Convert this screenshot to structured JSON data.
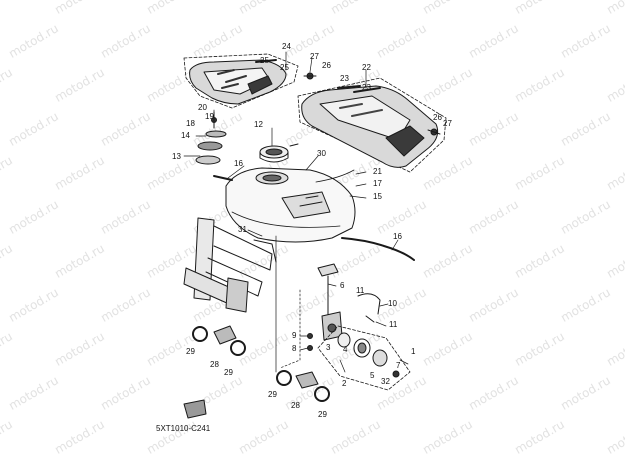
{
  "watermark": "motod.ru",
  "diagram_code": "5XT1010-C241",
  "callouts": [
    {
      "id": "c24a",
      "text": "24"
    },
    {
      "id": "c25a",
      "text": "25"
    },
    {
      "id": "c25b",
      "text": "25"
    },
    {
      "id": "c27a",
      "text": "27"
    },
    {
      "id": "c26a",
      "text": "26"
    },
    {
      "id": "c22",
      "text": "22"
    },
    {
      "id": "c23a",
      "text": "23"
    },
    {
      "id": "c23b",
      "text": "23"
    },
    {
      "id": "c26b",
      "text": "26"
    },
    {
      "id": "c27b",
      "text": "27"
    },
    {
      "id": "c20",
      "text": "20"
    },
    {
      "id": "c19",
      "text": "19"
    },
    {
      "id": "c18",
      "text": "18"
    },
    {
      "id": "c12",
      "text": "12"
    },
    {
      "id": "c14",
      "text": "14"
    },
    {
      "id": "c13",
      "text": "13"
    },
    {
      "id": "c16a",
      "text": "16"
    },
    {
      "id": "c30",
      "text": "30"
    },
    {
      "id": "c21",
      "text": "21"
    },
    {
      "id": "c17",
      "text": "17"
    },
    {
      "id": "c15",
      "text": "15"
    },
    {
      "id": "c31",
      "text": "31"
    },
    {
      "id": "c16b",
      "text": "16"
    },
    {
      "id": "c6",
      "text": "6"
    },
    {
      "id": "c11a",
      "text": "11"
    },
    {
      "id": "c10",
      "text": "10"
    },
    {
      "id": "c11b",
      "text": "11"
    },
    {
      "id": "c9",
      "text": "9"
    },
    {
      "id": "c8",
      "text": "8"
    },
    {
      "id": "c3",
      "text": "3"
    },
    {
      "id": "c4",
      "text": "4"
    },
    {
      "id": "c1",
      "text": "1"
    },
    {
      "id": "c7",
      "text": "7"
    },
    {
      "id": "c5",
      "text": "5"
    },
    {
      "id": "c29a",
      "text": "29"
    },
    {
      "id": "c28a",
      "text": "28"
    },
    {
      "id": "c29b",
      "text": "29"
    },
    {
      "id": "c2",
      "text": "2"
    },
    {
      "id": "c32",
      "text": "32"
    },
    {
      "id": "c29c",
      "text": "29"
    },
    {
      "id": "c28b",
      "text": "28"
    },
    {
      "id": "c29d",
      "text": "29"
    }
  ]
}
